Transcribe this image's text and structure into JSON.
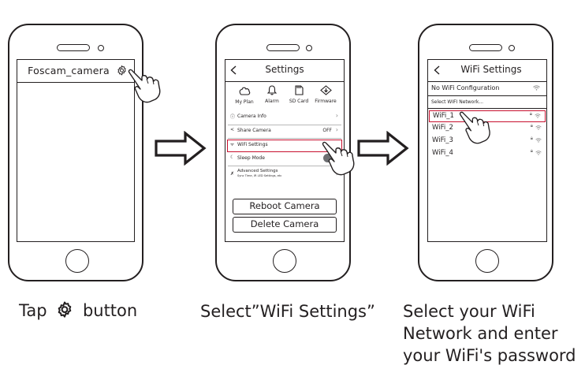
{
  "phone1": {
    "header_title": "Foscam_camera",
    "caption_before": "Tap",
    "caption_after": "button"
  },
  "phone2": {
    "header_title": "Settings",
    "icons": [
      {
        "label": "My Plan",
        "icon": "cloud-icon"
      },
      {
        "label": "Alarm",
        "icon": "bell-icon"
      },
      {
        "label": "SD Card",
        "icon": "sd-card-icon"
      },
      {
        "label": "Firmware",
        "icon": "firmware-icon"
      }
    ],
    "rows": [
      {
        "label": "Camera Info",
        "value": ""
      },
      {
        "label": "Share Camera",
        "value": "OFF"
      },
      {
        "label": "WiFi Settings",
        "value": ""
      },
      {
        "label": "Sleep Mode",
        "value": ""
      }
    ],
    "advanced": {
      "label": "Advanced Settings",
      "sub": "Sync Time, IR LED Settings, etc"
    },
    "reboot_label": "Reboot Camera",
    "delete_label": "Delete Camera",
    "caption": "Select”WiFi Settings”"
  },
  "phone3": {
    "header_title": "WiFi Settings",
    "no_config_label": "No WiFi Configuration",
    "select_label": "Select WIFI Network...",
    "networks": [
      "WiFi_1",
      "WiFi_2",
      "WiFi_3",
      "WiFi_4"
    ],
    "caption_lines": [
      "Select your WiFi",
      "Network and enter",
      "your WiFi's password"
    ]
  },
  "colors": {
    "outline": "#231f20",
    "highlight": "#c8102e",
    "toggle": "#6d6e71"
  }
}
